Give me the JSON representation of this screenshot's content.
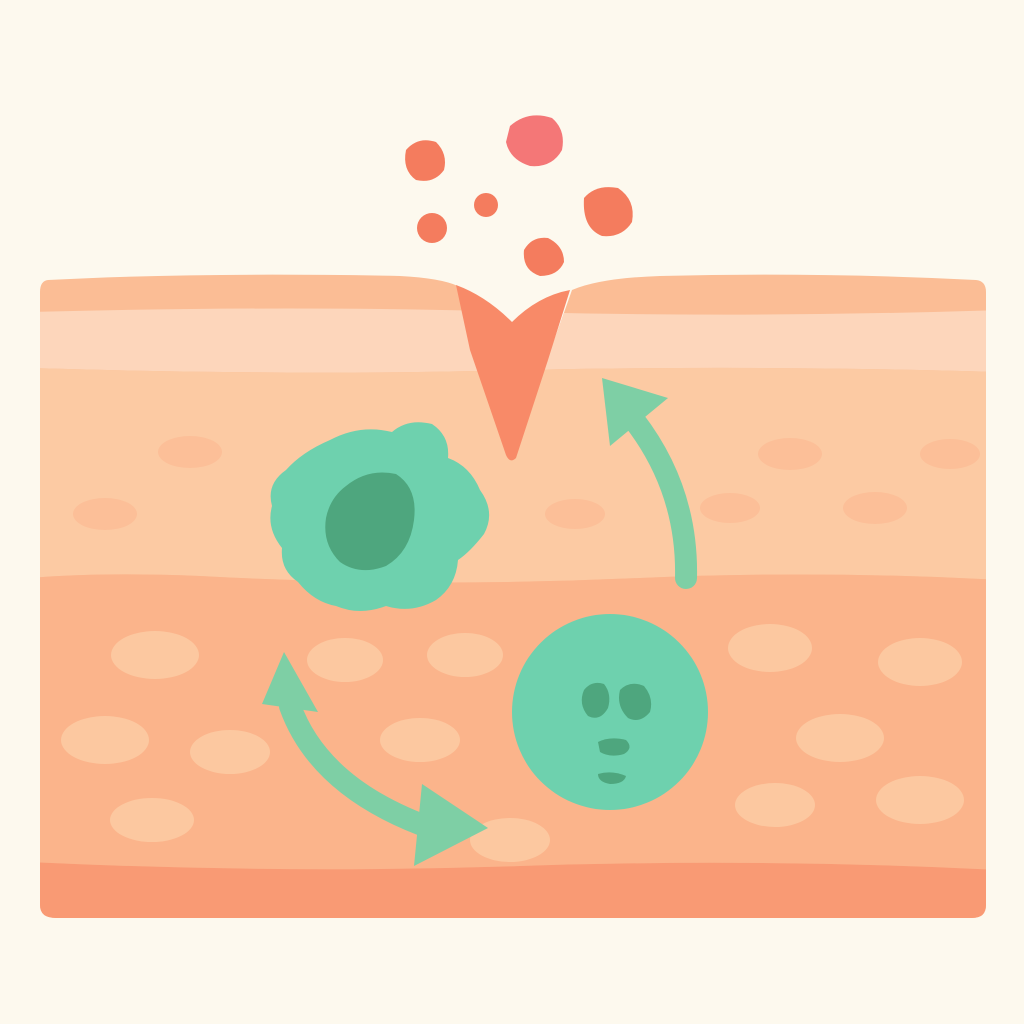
{
  "colors": {
    "background": "#fdf9ee",
    "skin_top": "#fbbd95",
    "skin_band_light": "#fdd6bb",
    "skin_upper": "#fccaa3",
    "skin_mid": "#fbb48b",
    "skin_bottom": "#f99a74",
    "skin_spot_light": "#fcc8a0",
    "skin_spot_upper": "#fcbf98",
    "wound": "#f88a68",
    "debris_red": "#f47777",
    "debris_orange": "#f47c5e",
    "cell_green": "#6ed1ae",
    "cell_dark_green": "#4ea67e",
    "arrow_green": "#7ecfa5"
  },
  "icons": {
    "debris": "particle-dots",
    "wound": "v-shaped-cut",
    "macrophage": "irregular-cell-with-nucleus",
    "round_cell": "round-cell-with-face",
    "upper_arrow": "curved-arrow-up",
    "lower_arrow": "double-headed-curved-arrow"
  }
}
